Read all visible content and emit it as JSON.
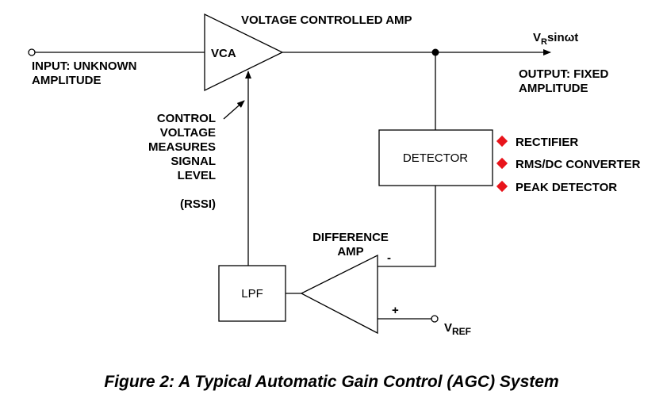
{
  "vca": {
    "title": "VOLTAGE CONTROLLED AMP",
    "label": "VCA"
  },
  "input": {
    "line1": "INPUT: UNKNOWN",
    "line2": "AMPLITUDE"
  },
  "output": {
    "signal_main": "V",
    "signal_sub": "R",
    "signal_tail": "sinωt",
    "line1": "OUTPUT: FIXED",
    "line2": "AMPLITUDE"
  },
  "control": {
    "lines": [
      "CONTROL",
      "VOLTAGE",
      "MEASURES",
      "SIGNAL",
      "LEVEL"
    ],
    "rssi": "(RSSI)"
  },
  "detector": {
    "label": "DETECTOR",
    "options": [
      "RECTIFIER",
      "RMS/DC CONVERTER",
      "PEAK DETECTOR"
    ],
    "bullet_color": "#e8141b"
  },
  "diff_amp": {
    "line1": "DIFFERENCE",
    "line2": "AMP",
    "minus": "-",
    "plus": "+"
  },
  "lpf": {
    "label": "LPF"
  },
  "vref": {
    "main": "V",
    "sub": "REF"
  },
  "caption": "Figure 2: A Typical Automatic Gain Control (AGC) System"
}
